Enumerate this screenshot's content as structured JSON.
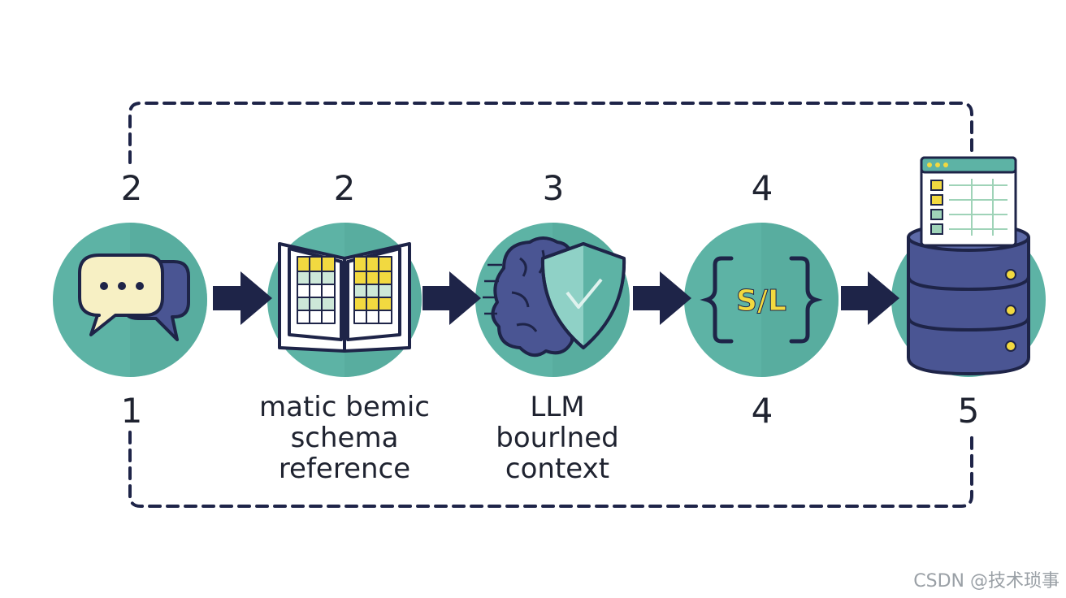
{
  "steps": [
    {
      "top_number": "2",
      "bottom_number": "1",
      "icon": "chat-bubbles-icon"
    },
    {
      "top_number": "2",
      "label": [
        "matic bemic",
        "schema",
        "reference"
      ],
      "icon": "open-book-table-icon"
    },
    {
      "top_number": "3",
      "label": [
        "LLM",
        "bourlned",
        "context"
      ],
      "icon": "brain-shield-icon"
    },
    {
      "top_number": "4",
      "bottom_number": "4",
      "icon": "sql-braces-icon",
      "icon_text": "S/L"
    },
    {
      "bottom_number": "5",
      "icon": "database-stack-icon"
    }
  ],
  "watermark": "CSDN @技术琐事",
  "colors": {
    "teal": "#5db3a5",
    "teal_dark": "#3f9485",
    "navy": "#1e2448",
    "yellow": "#f2d940",
    "cream": "#f7f0c4",
    "db_blue": "#4a5593"
  }
}
